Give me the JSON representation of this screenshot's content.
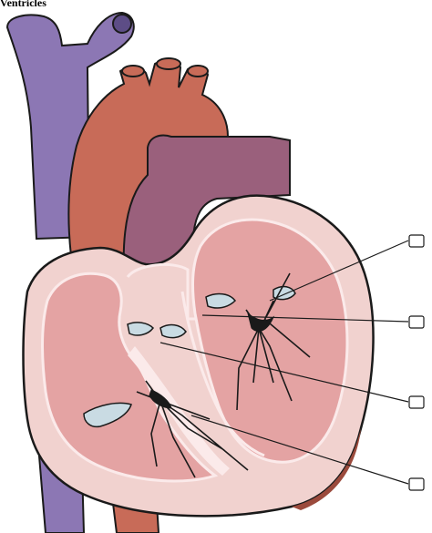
{
  "caption": "Ventricles",
  "colors": {
    "vein": "#8c77b4",
    "vein_dark": "#5d4d86",
    "artery": "#c86b58",
    "artery_dark": "#9b4a3c",
    "pulmonary_artery": "#9a607c",
    "myocardium": "#f1d2cf",
    "chamber": "#e4a3a3",
    "endocardium": "#fbeaea",
    "valve": "#c9dbe3",
    "outline": "#1a1a1a",
    "label_box": "#ffffff"
  },
  "labels": [
    {
      "id": "label-1",
      "text": ""
    },
    {
      "id": "label-2",
      "text": ""
    },
    {
      "id": "label-3",
      "text": ""
    },
    {
      "id": "label-4",
      "text": ""
    }
  ]
}
